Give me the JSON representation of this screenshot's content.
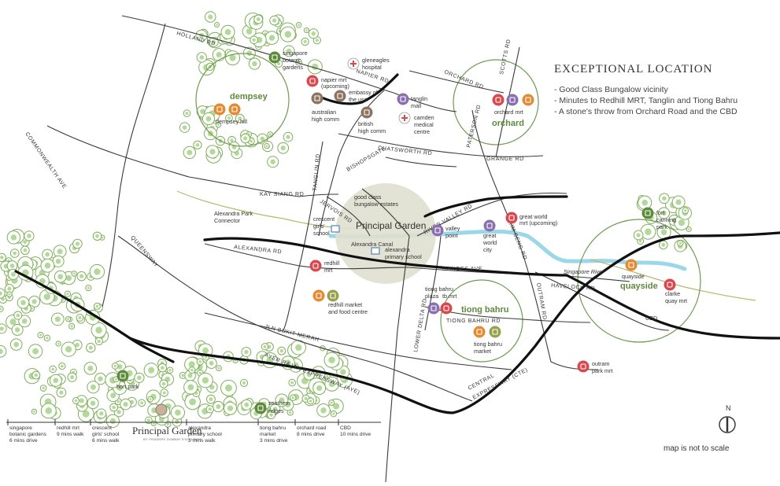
{
  "header": {
    "title": "EXCEPTIONAL LOCATION",
    "bullets": [
      "Good Class Bungalow vicinity",
      "Minutes to Redhill MRT, Tanglin and Tiong Bahru",
      "A stone's throw from Orchard Road and the CBD"
    ]
  },
  "center": {
    "name": "Principal Garden",
    "sub": "good class bungalow estates"
  },
  "zones": {
    "dempsey": "dempsey",
    "orchard": "orchard",
    "tiong_bahru": "tiong bahru",
    "quayside": "quayside"
  },
  "roads": {
    "holland": "HOLLAND RD",
    "napier": "NAPIER RD",
    "orchard": "ORCHARD RD",
    "scotts": "SCOTTS RD",
    "paterson": "PATERSON RD",
    "commonwealth": "COMMONWEALTH AVE",
    "tanglin": "TANGLIN RD",
    "chatsworth": "CHATSWORTH RD",
    "grange": "GRANGE RD",
    "bishopsgate": "BISHOPSGATE",
    "kay_siang": "KAY SIANG RD",
    "jervois": "JERVOIS RD",
    "river_valley": "RIVER VALLEY RD",
    "kim_seng": "KIM SENG RD",
    "queensway": "QUEENSWAY",
    "alexandra": "ALEXANDRA RD",
    "ganges": "GANGES AVE",
    "havelock": "HAVELOCK RD",
    "outram": "OUTRAM RD",
    "lower_delta": "LOWER DELTA RD",
    "tiong_bahru": "TIONG BAHRU RD",
    "jln_bukit_merah": "JLN BUKIT MERAH",
    "aye": "AYER RAJAH EXPRESSWAY (AYE)",
    "cte_1": "CENTRAL",
    "cte_2": "EXPRESSWAY (CTE)"
  },
  "places": {
    "botanic_1": "singapore",
    "botanic_2": "botanic",
    "botanic_3": "gardens",
    "gleneagles_1": "gleneagles",
    "gleneagles_2": "hospital",
    "napier_mrt_1": "napier mrt",
    "napier_mrt_2": "(upcoming)",
    "usa_1": "embassy of",
    "usa_2": "the usa",
    "aus_1": "australian",
    "aus_2": "high comm",
    "british_1": "british",
    "british_2": "high comm",
    "tanglin_mall_1": "tanglin",
    "tanglin_mall_2": "mall",
    "camden_1": "camden",
    "camden_2": "medical",
    "camden_3": "centre",
    "dempsey_hill": "dempsey hill",
    "orchard_mrt": "orchard mrt",
    "crescent_1": "crescent",
    "crescent_2": "girls'",
    "crescent_3": "school",
    "valley_1": "valley",
    "valley_2": "point",
    "gwc_1": "great",
    "gwc_2": "world",
    "gwc_3": "city",
    "gw_mrt_1": "great world",
    "gw_mrt_2": "mrt (upcoming)",
    "canal": "Alexandra Canal",
    "aps_1": "alexandra",
    "aps_2": "primary school",
    "redhill_1": "redhill",
    "redhill_2": "mrt",
    "rmkt_1": "redhill market",
    "rmkt_2": "and food centre",
    "tbp_1": "tiong bahru",
    "tbp_2": "plaza",
    "tbp_3": "tb mrt",
    "tbm_1": "tiong bahru",
    "tbm_2": "market",
    "fc_1": "fort",
    "fc_2": "canning",
    "fc_3": "park",
    "quayside_label": "quayside",
    "clarke_1": "clarke",
    "clarke_2": "quay mrt",
    "river": "Singapore River",
    "cbd": "CBD",
    "outram_1": "outram",
    "outram_2": "park mrt",
    "hort_park": "hort park",
    "southern_1": "southern",
    "southern_2": "ridges",
    "connector_1": "Alexandra Park",
    "connector_2": "Connector"
  },
  "scale_items": [
    {
      "name": "singapore\nbotanic gardens",
      "time": "6 mins drive"
    },
    {
      "name": "redhill mrt",
      "time": "9 mins walk"
    },
    {
      "name": "crescent\ngirls' school",
      "time": "6 mins walk"
    },
    {
      "name": "alexandra\nprimary school",
      "time": "3 mins walk"
    },
    {
      "name": "tiong bahru\nmarket",
      "time": "3 mins drive"
    },
    {
      "name": "orchard road",
      "time": "8 mins drive"
    },
    {
      "name": "CBD",
      "time": "10 mins drive"
    }
  ],
  "brand": {
    "name": "Principal Garden",
    "tagline": "BY FRASERS ZUMBAY EXCLUSIVE"
  },
  "compass": "N",
  "note": "map is not to scale",
  "colors": {
    "green": "#5e8a3c",
    "river": "#8fd0e6",
    "red": "#d8494f",
    "purple": "#8a6fb0",
    "orange": "#e48a35",
    "tan": "#8c7560",
    "olive": "#98a04b"
  }
}
